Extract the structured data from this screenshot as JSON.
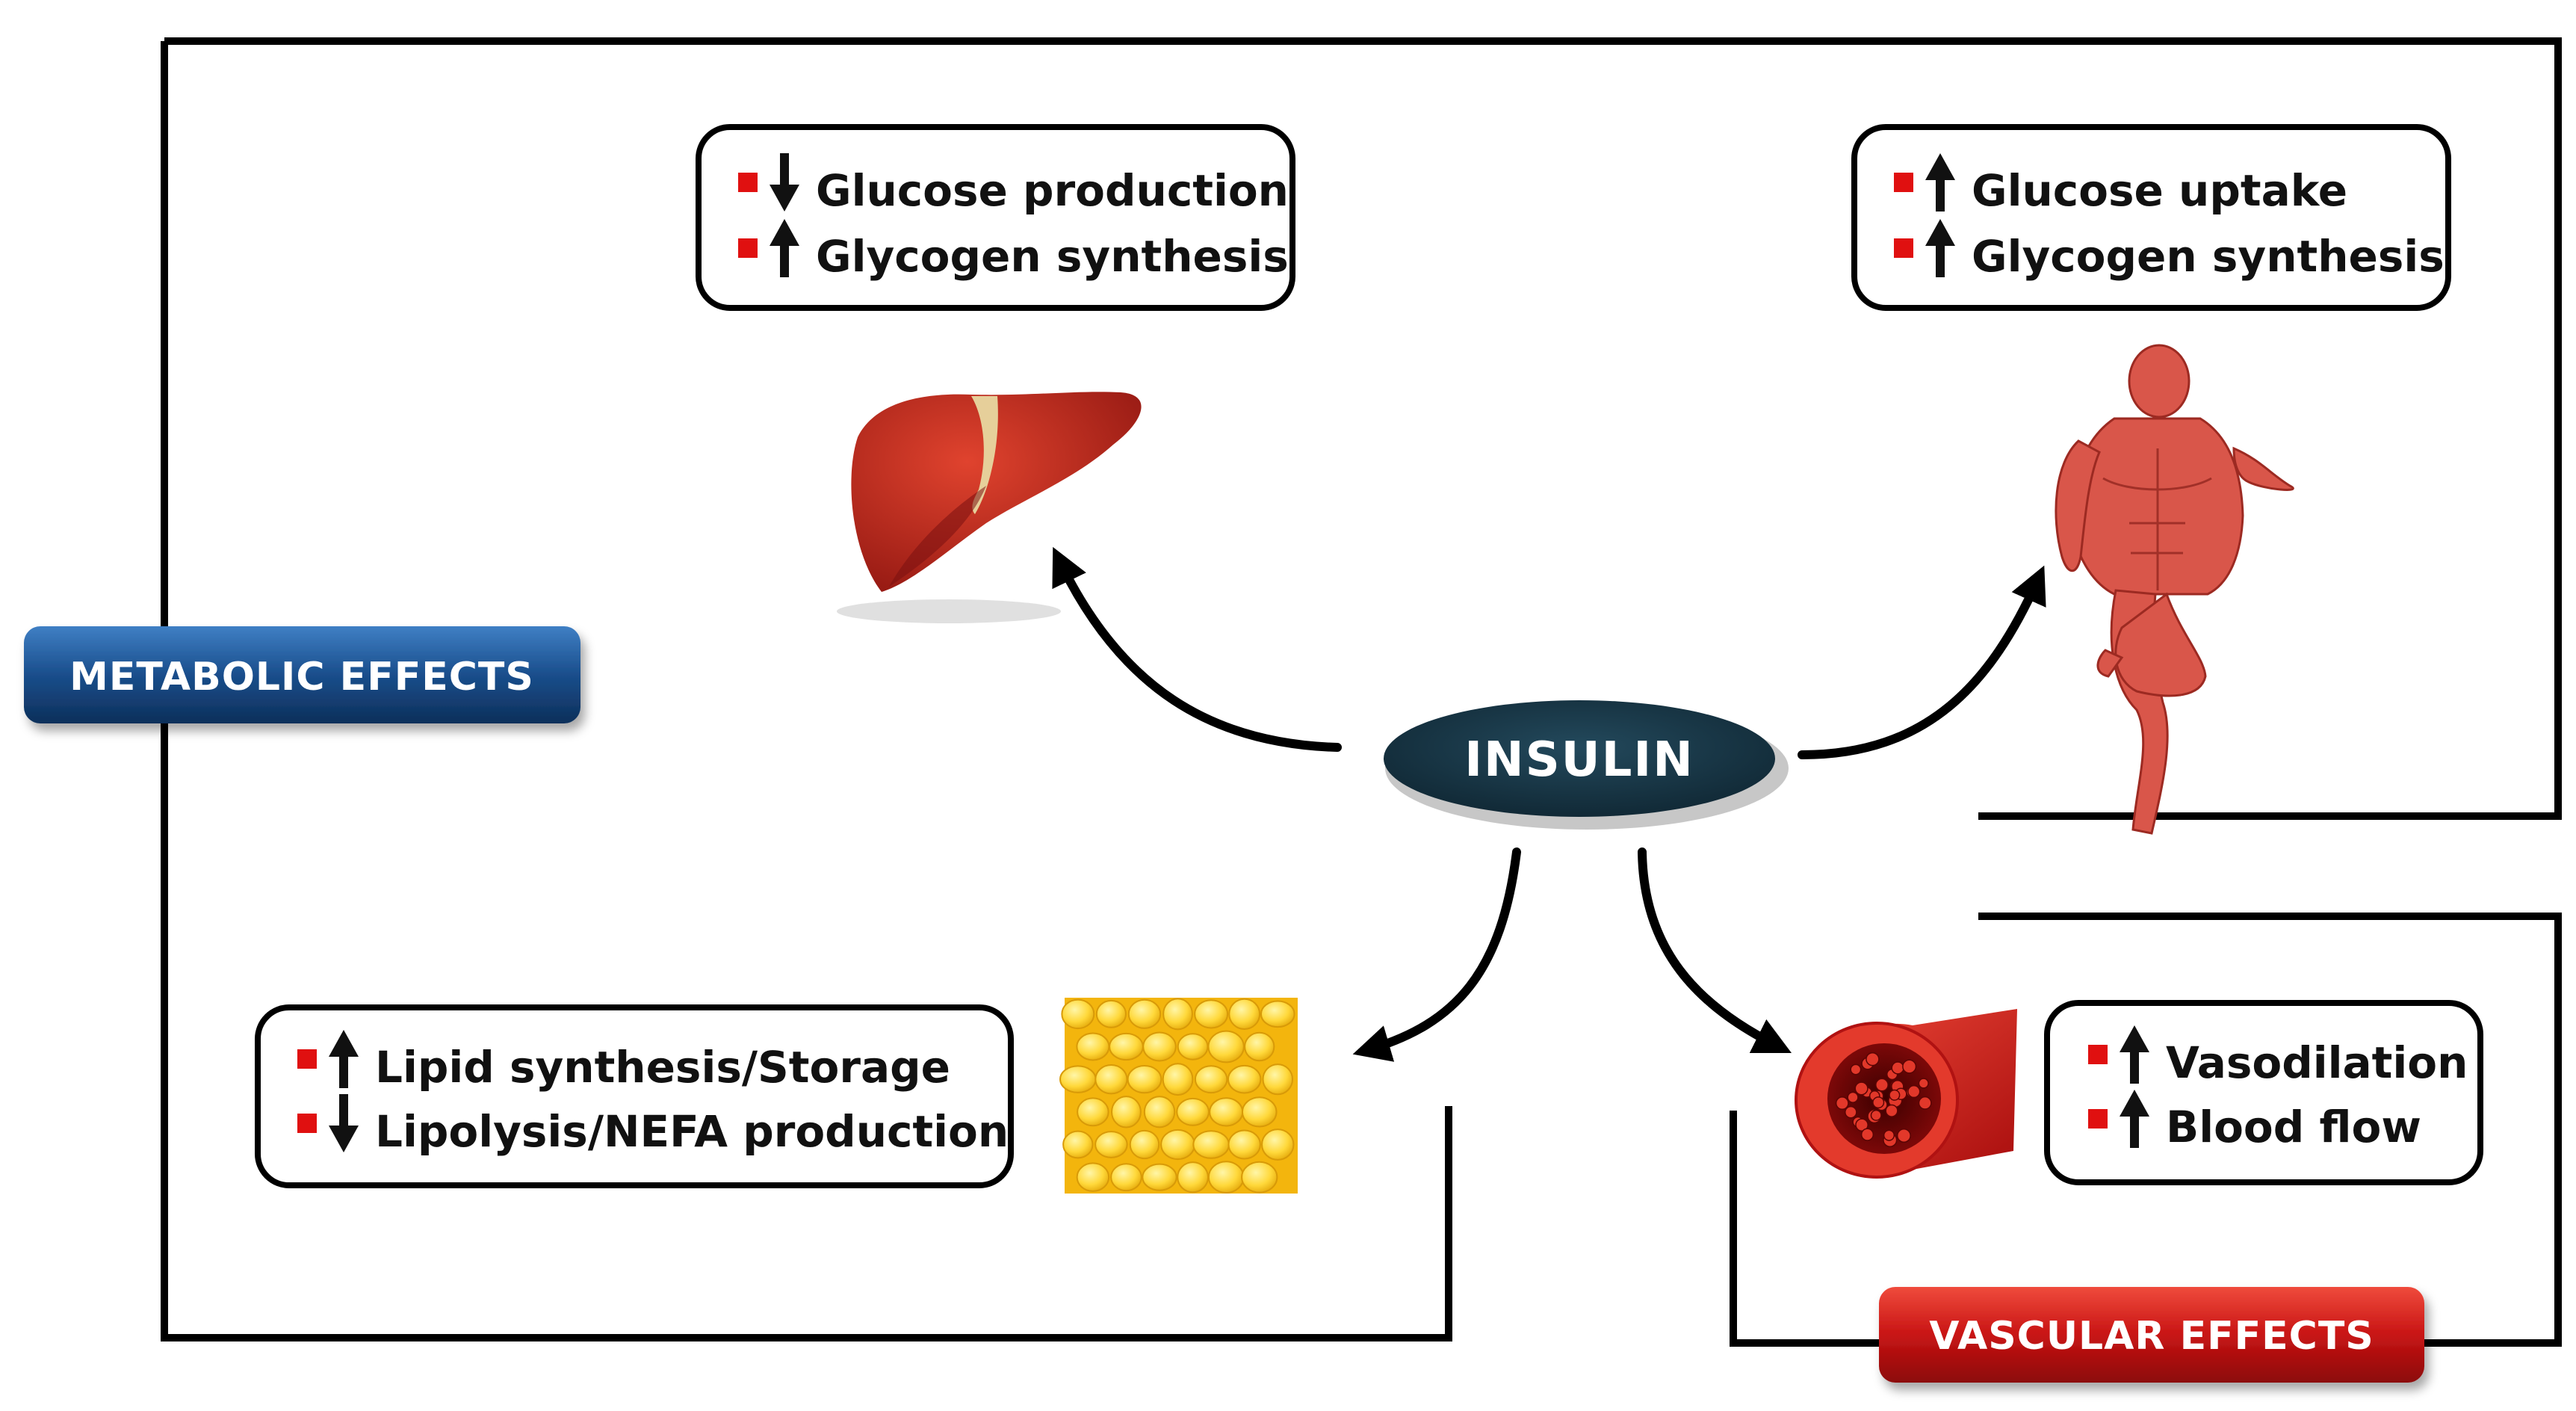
{
  "hub": {
    "label": "INSULIN"
  },
  "categories": {
    "metabolic": {
      "label": "METABOLIC EFFECTS"
    },
    "vascular": {
      "label": "VASCULAR EFFECTS"
    }
  },
  "liver_effects": [
    {
      "direction": "down",
      "text": "Glucose production"
    },
    {
      "direction": "up",
      "text": "Glycogen synthesis"
    }
  ],
  "muscle_effects": [
    {
      "direction": "up",
      "text": "Glucose uptake"
    },
    {
      "direction": "up",
      "text": "Glycogen synthesis"
    }
  ],
  "adipose_effects": [
    {
      "direction": "up",
      "text": "Lipid synthesis/Storage"
    },
    {
      "direction": "down",
      "text": "Lipolysis/NEFA production"
    }
  ],
  "vessel_effects": [
    {
      "direction": "up",
      "text": "Vasodilation"
    },
    {
      "direction": "up",
      "text": "Blood flow"
    }
  ],
  "colors": {
    "bullet": "#e01010",
    "metabolic_tag": "#1a4e8c",
    "vascular_tag": "#c81414",
    "hub": "#14303f",
    "liver": "#b52218",
    "muscle": "#d9564a",
    "fat": "#f5c21b",
    "vessel": "#d51a1a"
  },
  "icons": {
    "liver": "liver-icon",
    "muscle": "muscle-body-icon",
    "adipose": "adipose-tissue-icon",
    "vessel": "blood-vessel-icon"
  }
}
